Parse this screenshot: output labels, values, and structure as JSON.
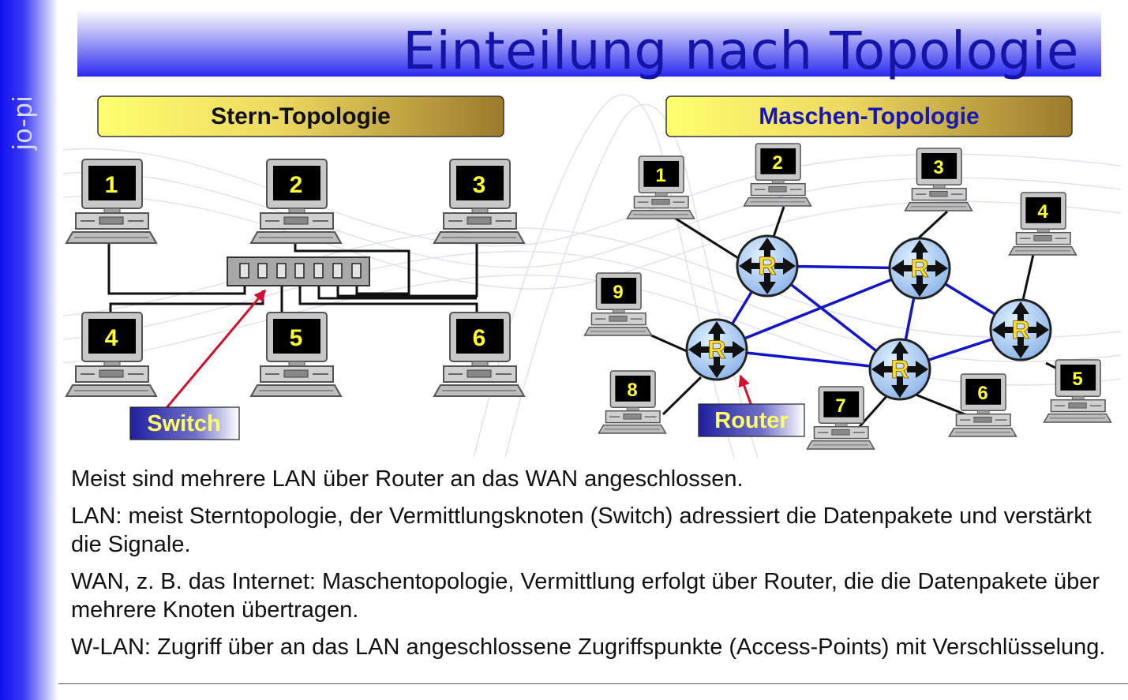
{
  "brand": "jo-pi",
  "title": "Einteilung nach Topologie",
  "star": {
    "heading": "Stern-Topologie",
    "computers": [
      "1",
      "2",
      "3",
      "4",
      "5",
      "6"
    ],
    "switch_label": "Switch"
  },
  "mesh": {
    "heading": "Maschen-Topologie",
    "computers": [
      "1",
      "2",
      "3",
      "4",
      "5",
      "6",
      "7",
      "8",
      "9"
    ],
    "router_glyph": "R",
    "router_label": "Router"
  },
  "body": {
    "p1": "Meist sind mehrere LAN über Router an das WAN angeschlossen.",
    "p2": "LAN: meist Sterntopologie, der Vermittlungsknoten (Switch) adressiert die Datenpakete und verstärkt die Signale.",
    "p3": "WAN, z. B. das Internet: Maschentopologie, Vermittlung erfolgt über Router, die die Datenpakete über mehrere Knoten übertragen.",
    "p4": "W-LAN: Zugriff über an das LAN angeschlossene Zugriffspunkte (Access-Points) mit Verschlüsselung."
  },
  "colors": {
    "sidebar": "#1010f0",
    "title_text": "#1414a8",
    "mesh_link": "#1515c8",
    "pointer_arrow": "#d01030",
    "computer_label": "#ffff33",
    "router_body": "#a8c8f0"
  }
}
